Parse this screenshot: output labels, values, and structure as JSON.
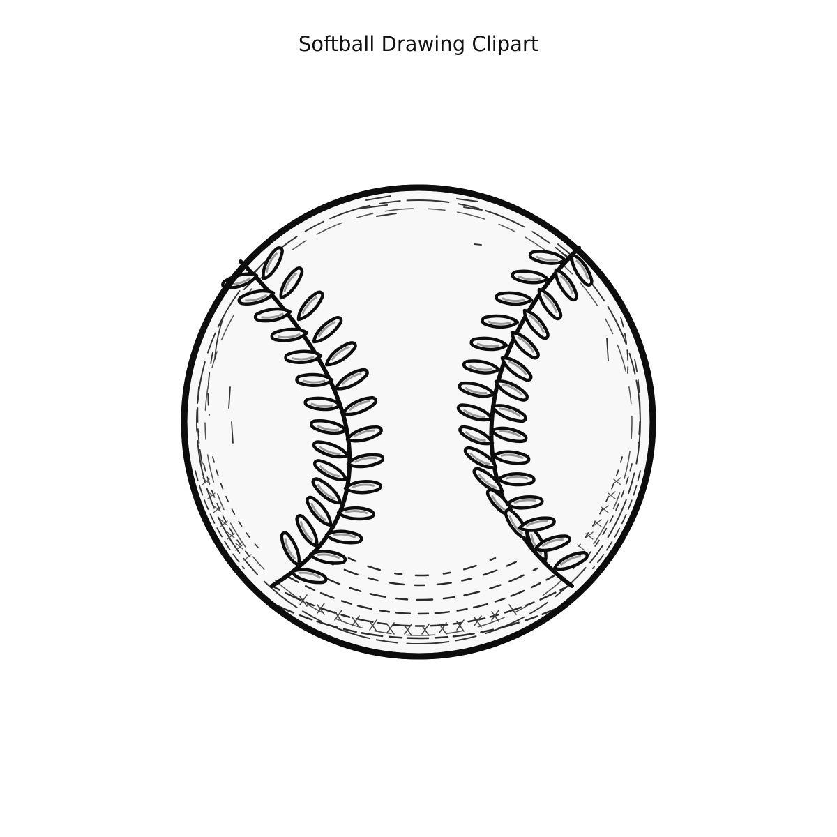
{
  "title": "Softball Drawing Clipart",
  "illustration": {
    "subject": "softball",
    "style": "black-and-white line drawing",
    "icon": "softball-icon",
    "colors": {
      "background": "#ffffff",
      "ball_fill": "#f8f8f8",
      "outline": "#0d0d0d",
      "stitch_shade": "#9a9a9a",
      "hatch": "#2a2a2a"
    }
  }
}
